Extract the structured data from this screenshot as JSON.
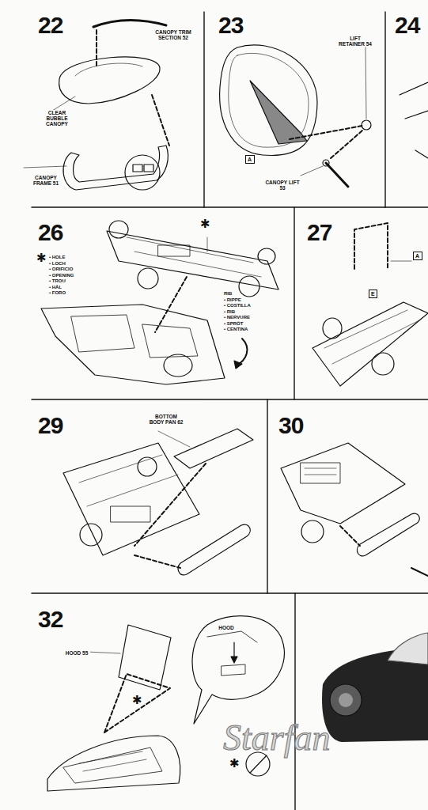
{
  "diagram": {
    "nodes": [
      {
        "text": [
          "22",
          "CANOPY TRIM SECTION 52",
          "CLEAR BUBBLE CANOPY",
          "CANOPY FRAME 51"
        ]
      },
      {
        "text": [
          "23",
          "LIFT RETAINER 54",
          "CANOPY LIFT 53"
        ]
      },
      {
        "text": [
          "A"
        ],
        "in": 1
      },
      {
        "text": [
          "24"
        ]
      },
      {
        "text": [
          "26",
          "✱",
          "• HOLE",
          "• LOCH",
          "• ORIFICIO",
          "• OPENING",
          "• TROU",
          "• HÅL",
          "• FORO",
          "RIB",
          "• RIPPE",
          "• COSTILLA",
          "• RIB",
          "• NERVURE",
          "• SPRÖT",
          "• CENTINA",
          "✱"
        ]
      },
      {
        "text": [
          "27"
        ]
      },
      {
        "text": [
          "A"
        ],
        "in": 5
      },
      {
        "text": [
          "E"
        ],
        "in": 5
      },
      {
        "text": [
          "29",
          "BOTTOM BODY PAN 62"
        ]
      },
      {
        "text": [
          "30"
        ]
      },
      {
        "text": [
          "32",
          "HOOD 55",
          "HOOD",
          "✱",
          "✱"
        ]
      }
    ],
    "labels": [
      "Starfan"
    ]
  }
}
